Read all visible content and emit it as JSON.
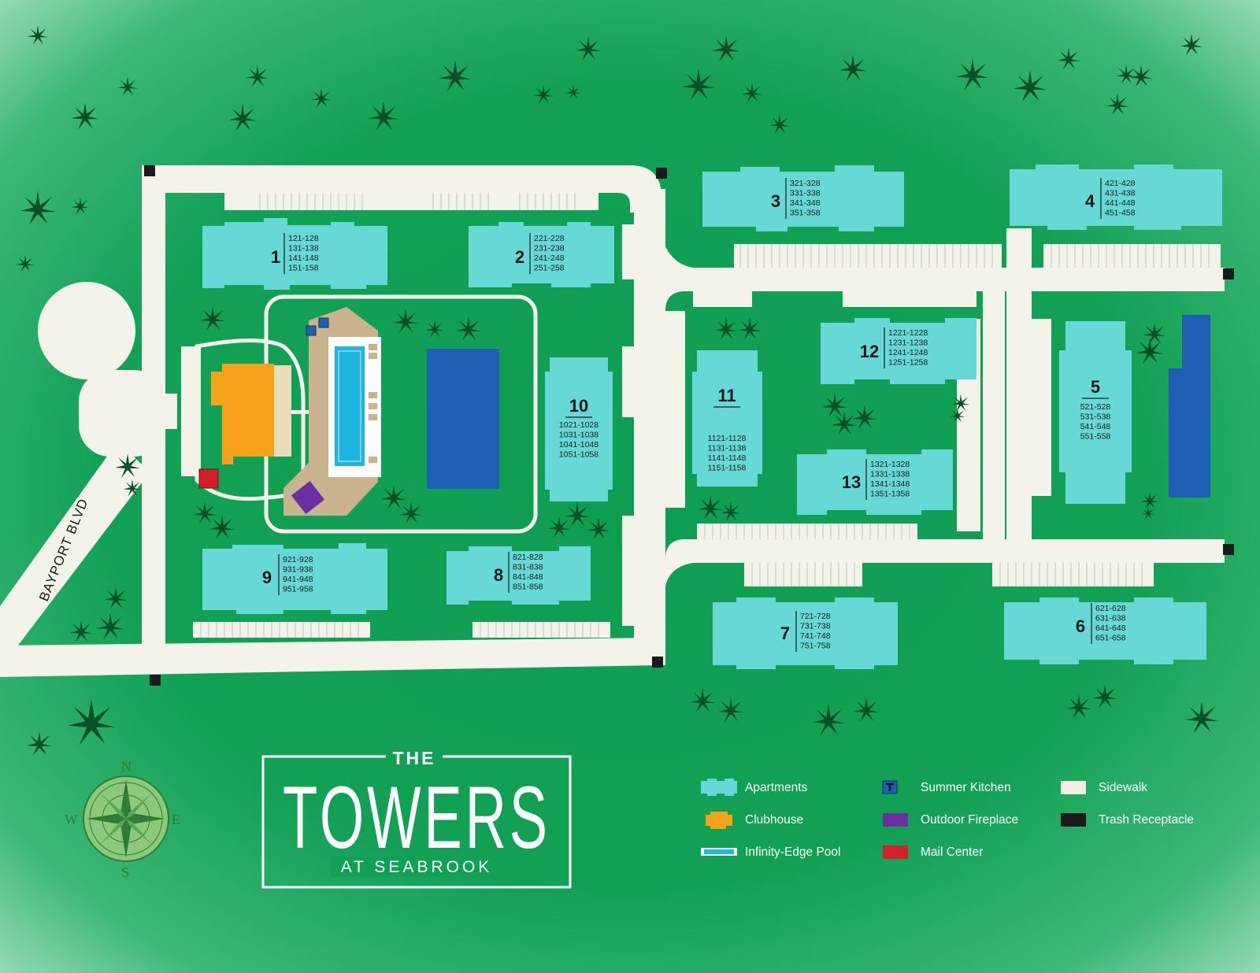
{
  "road": {
    "label": "BAYPORT BLVD"
  },
  "logo": {
    "the": "THE",
    "name": "TOWERS",
    "subtitle": "AT SEABROOK"
  },
  "compass": {
    "n": "N",
    "s": "S",
    "e": "E",
    "w": "W"
  },
  "buildings": [
    {
      "number": "1",
      "units": [
        "121-128",
        "131-138",
        "141-148",
        "151-158"
      ]
    },
    {
      "number": "2",
      "units": [
        "221-228",
        "231-238",
        "241-248",
        "251-258"
      ]
    },
    {
      "number": "3",
      "units": [
        "321-328",
        "331-338",
        "341-348",
        "351-358"
      ]
    },
    {
      "number": "4",
      "units": [
        "421-428",
        "431-438",
        "441-448",
        "451-458"
      ]
    },
    {
      "number": "5",
      "units": [
        "521-528",
        "531-538",
        "541-548",
        "551-558"
      ]
    },
    {
      "number": "6",
      "units": [
        "621-628",
        "631-638",
        "641-648",
        "651-658"
      ]
    },
    {
      "number": "7",
      "units": [
        "721-728",
        "731-738",
        "741-748",
        "751-758"
      ]
    },
    {
      "number": "8",
      "units": [
        "821-828",
        "831-838",
        "841-848",
        "851-858"
      ]
    },
    {
      "number": "9",
      "units": [
        "921-928",
        "931-938",
        "941-948",
        "951-958"
      ]
    },
    {
      "number": "10",
      "units": [
        "1021-1028",
        "1031-1038",
        "1041-1048",
        "1051-1058"
      ]
    },
    {
      "number": "11",
      "units": [
        "1121-1128",
        "1131-1138",
        "1141-1148",
        "1151-1158"
      ]
    },
    {
      "number": "12",
      "units": [
        "1221-1228",
        "1231-1238",
        "1241-1248",
        "1251-1258"
      ]
    },
    {
      "number": "13",
      "units": [
        "1321-1328",
        "1331-1338",
        "1341-1348",
        "1351-1358"
      ]
    }
  ],
  "legend": [
    {
      "label": "Apartments",
      "color": "#66d9d6",
      "icon": "apartment-icon"
    },
    {
      "label": "Clubhouse",
      "color": "#f7a21b",
      "icon": "clubhouse-icon"
    },
    {
      "label": "Infinity-Edge Pool",
      "color": "#1fb4e0",
      "icon": "pool-icon"
    },
    {
      "label": "Summer Kitchen",
      "color": "#1f5fb0",
      "icon": "summer-kitchen-icon"
    },
    {
      "label": "Outdoor Fireplace",
      "color": "#6b2fa0",
      "icon": "fireplace-icon"
    },
    {
      "label": "Mail Center",
      "color": "#d0202a",
      "icon": "mail-center-icon"
    },
    {
      "label": "Sidewalk",
      "color": "#f2f0e4",
      "icon": "sidewalk-icon"
    },
    {
      "label": "Trash Receptacle",
      "color": "#1a1a1a",
      "icon": "trash-receptacle-icon"
    }
  ],
  "colors": {
    "grass": "#0d9b50",
    "building": "#66d9d6",
    "sidewalk": "#f4f3ea",
    "pond": "#1e5fb4",
    "palm": "#0b4f28"
  }
}
